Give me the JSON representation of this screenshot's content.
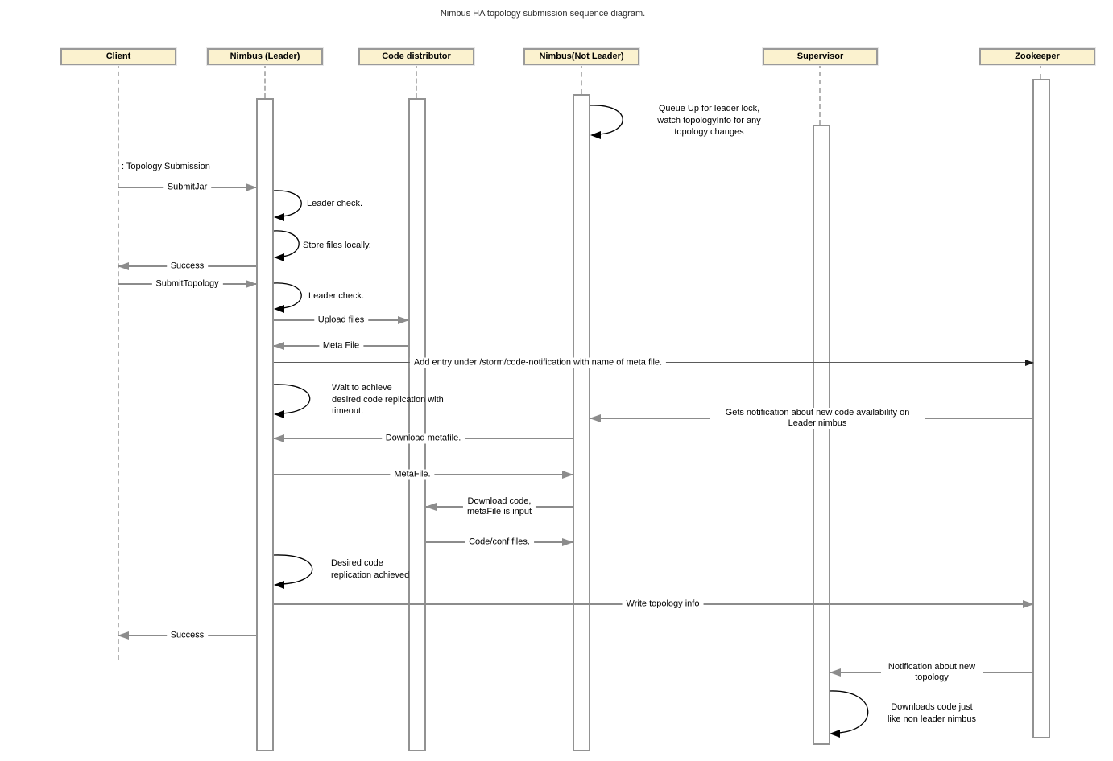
{
  "title": "Nimbus HA topology submission sequence diagram.",
  "actors": [
    {
      "label": "Client"
    },
    {
      "label": "Nimbus (Leader)"
    },
    {
      "label": "Code distributor"
    },
    {
      "label": "Nimbus(Not Leader)"
    },
    {
      "label": "Supervisor"
    },
    {
      "label": "Zookeeper"
    }
  ],
  "note": {
    "text": ": Topology Submission"
  },
  "messages": [
    {
      "label": "SubmitJar",
      "from": "Client",
      "to": "Nimbus (Leader)"
    },
    {
      "label": "Success",
      "from": "Nimbus (Leader)",
      "to": "Client"
    },
    {
      "label": "SubmitTopology",
      "from": "Client",
      "to": "Nimbus (Leader)"
    },
    {
      "label": "Upload files",
      "from": "Nimbus (Leader)",
      "to": "Code distributor"
    },
    {
      "label": "Meta File",
      "from": "Code distributor",
      "to": "Nimbus (Leader)"
    },
    {
      "label": "Add entry under /storm/code-notification with name of meta file.",
      "from": "Nimbus (Leader)",
      "to": "Zookeeper"
    },
    {
      "label": "Gets notification about new code availability on Leader nimbus",
      "from": "Zookeeper",
      "to": "Nimbus(Not Leader)"
    },
    {
      "label": "Download metafile.",
      "from": "Nimbus(Not Leader)",
      "to": "Nimbus (Leader)"
    },
    {
      "label": "MetaFile.",
      "from": "Nimbus (Leader)",
      "to": "Nimbus(Not Leader)"
    },
    {
      "label": "Download code,\nmetaFile is input",
      "from": "Nimbus(Not Leader)",
      "to": "Code distributor"
    },
    {
      "label": "Code/conf files.",
      "from": "Code distributor",
      "to": "Nimbus(Not Leader)"
    },
    {
      "label": "Write topology info",
      "from": "Nimbus (Leader)",
      "to": "Zookeeper"
    },
    {
      "label": "Success",
      "from": "Nimbus (Leader)",
      "to": "Client"
    },
    {
      "label": "Notification about new topology",
      "from": "Zookeeper",
      "to": "Supervisor"
    }
  ],
  "self_messages": [
    {
      "text": "Queue Up for leader lock,\nwatch topologyInfo for any\ntopology changes",
      "on": "Nimbus(Not Leader)"
    },
    {
      "text": "Leader check.",
      "on": "Nimbus (Leader)"
    },
    {
      "text": "Store files locally.",
      "on": "Nimbus (Leader)"
    },
    {
      "text": "Leader check.",
      "on": "Nimbus (Leader)"
    },
    {
      "text": "Wait to achieve\ndesired code replication with\ntimeout.",
      "on": "Nimbus (Leader)"
    },
    {
      "text": "Desired code\n replication achieved",
      "on": "Nimbus (Leader)"
    },
    {
      "text": "Downloads code just\nlike non leader nimbus",
      "on": "Supervisor"
    }
  ],
  "colors": {
    "actor_fill": "#FBF2CF",
    "actor_border": "#9A9A9A",
    "message_line": "#8C8C8C",
    "self_loop_line": "#000000",
    "background": "#FFFFFF"
  }
}
